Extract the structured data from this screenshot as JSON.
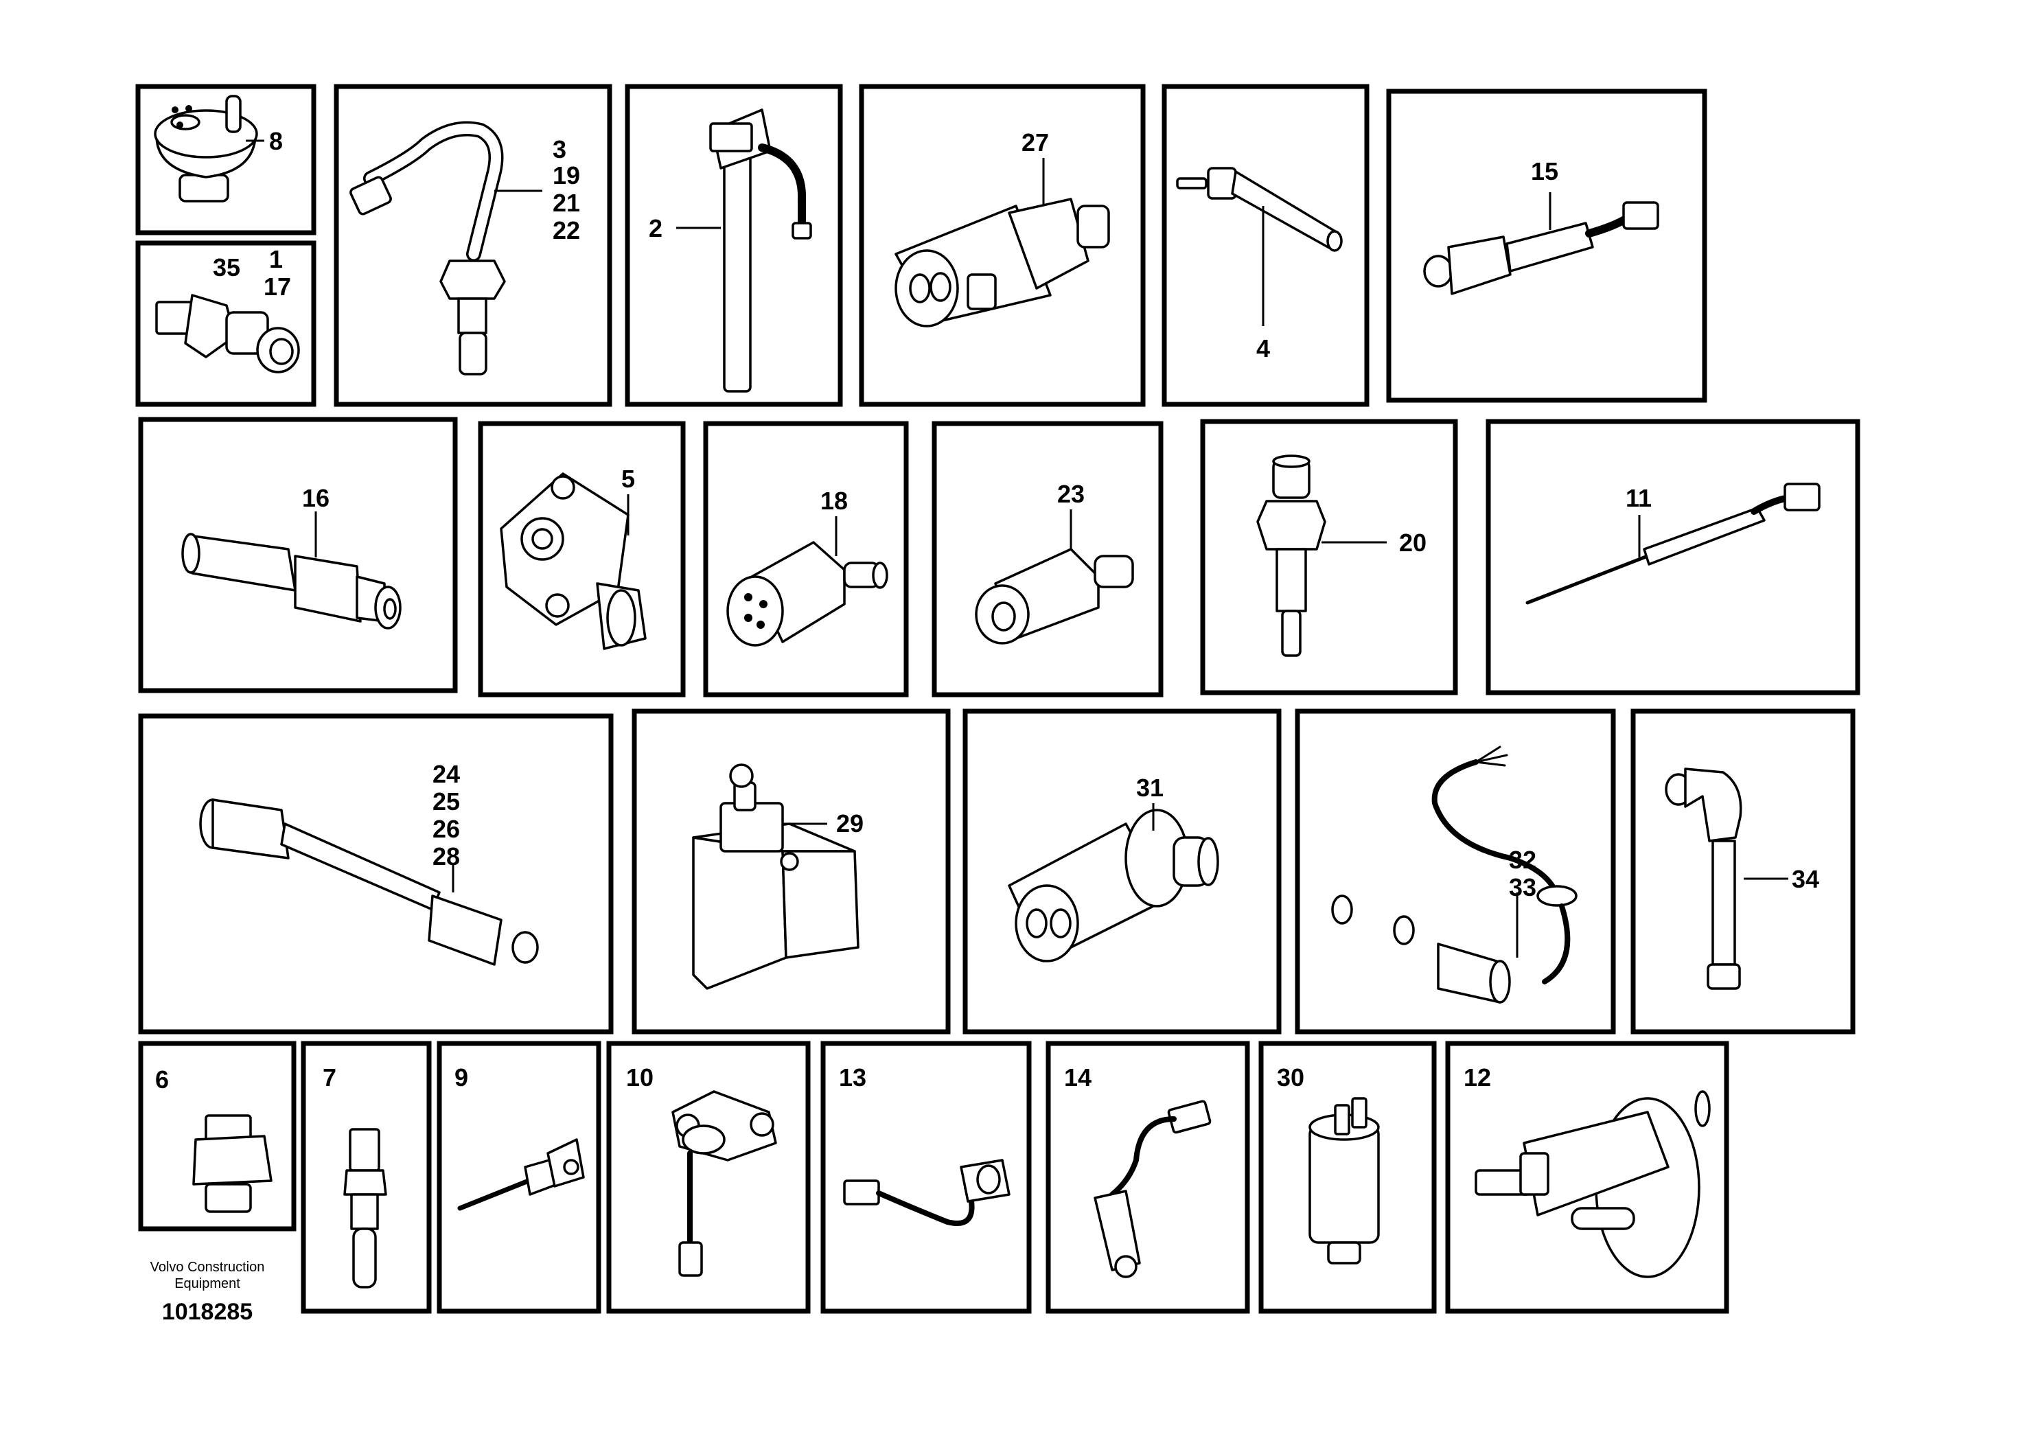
{
  "boxes": [
    {
      "id": "b8",
      "labels": [
        "8"
      ]
    },
    {
      "id": "b35",
      "labels": [
        "35",
        "1",
        "17"
      ]
    },
    {
      "id": "b3",
      "labels": [
        "3",
        "19",
        "21",
        "22"
      ]
    },
    {
      "id": "b2",
      "labels": [
        "2"
      ]
    },
    {
      "id": "b27",
      "labels": [
        "27"
      ]
    },
    {
      "id": "b4",
      "labels": [
        "4"
      ]
    },
    {
      "id": "b15",
      "labels": [
        "15"
      ]
    },
    {
      "id": "b16",
      "labels": [
        "16"
      ]
    },
    {
      "id": "b5",
      "labels": [
        "5"
      ]
    },
    {
      "id": "b18",
      "labels": [
        "18"
      ]
    },
    {
      "id": "b23",
      "labels": [
        "23"
      ]
    },
    {
      "id": "b20",
      "labels": [
        "20"
      ]
    },
    {
      "id": "b11",
      "labels": [
        "11"
      ]
    },
    {
      "id": "b24",
      "labels": [
        "24",
        "25",
        "26",
        "28"
      ]
    },
    {
      "id": "b29",
      "labels": [
        "29"
      ]
    },
    {
      "id": "b31",
      "labels": [
        "31"
      ]
    },
    {
      "id": "b32",
      "labels": [
        "32",
        "33"
      ]
    },
    {
      "id": "b34",
      "labels": [
        "34"
      ]
    },
    {
      "id": "b6",
      "labels": [
        "6"
      ]
    },
    {
      "id": "b7",
      "labels": [
        "7"
      ]
    },
    {
      "id": "b9",
      "labels": [
        "9"
      ]
    },
    {
      "id": "b10",
      "labels": [
        "10"
      ]
    },
    {
      "id": "b13",
      "labels": [
        "13"
      ]
    },
    {
      "id": "b14",
      "labels": [
        "14"
      ]
    },
    {
      "id": "b30",
      "labels": [
        "30"
      ]
    },
    {
      "id": "b12",
      "labels": [
        "12"
      ]
    }
  ],
  "footer": {
    "maker_line1": "Volvo Construction",
    "maker_line2": "Equipment",
    "doc_number": "1018285"
  }
}
